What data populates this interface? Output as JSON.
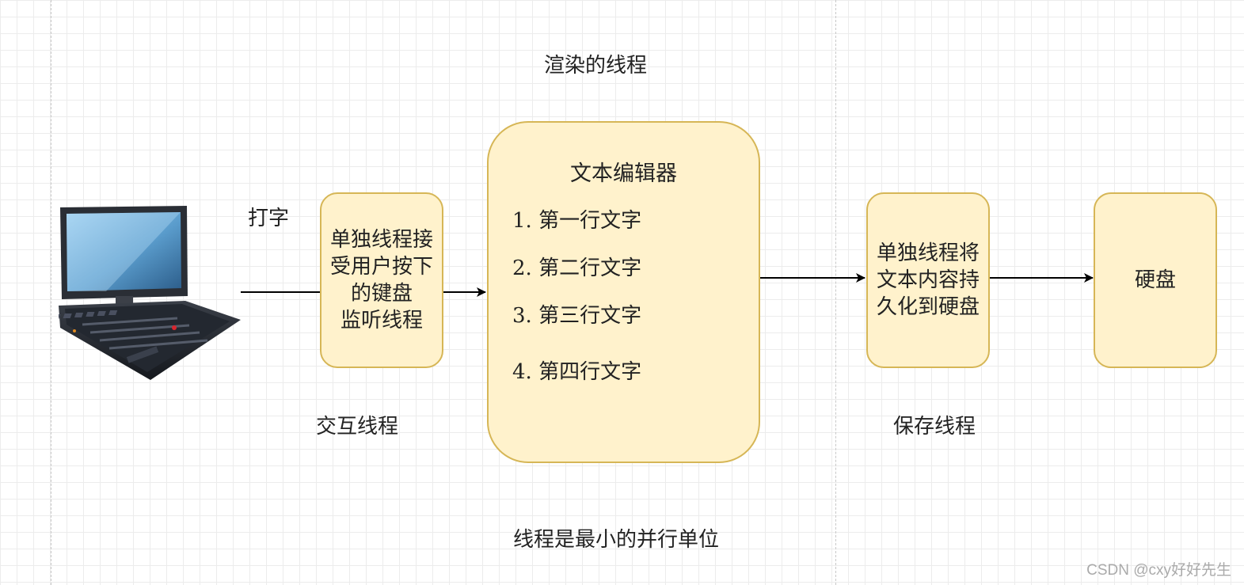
{
  "labels": {
    "render_thread": "渲染的线程",
    "typing": "打字",
    "interaction_thread": "交互线程",
    "save_thread": "保存线程",
    "bottom_caption": "线程是最小的并行单位"
  },
  "boxes": {
    "keyboard_listener": [
      "单独线程接",
      "受用户按下",
      "的键盘",
      "监听线程"
    ],
    "persist": [
      "单独线程将",
      "文本内容持",
      "久化到硬盘"
    ],
    "disk": "硬盘"
  },
  "editor": {
    "title": "文本编辑器",
    "lines": [
      "1. 第一行文字",
      "2. 第二行文字",
      "3. 第三行文字",
      "4. 第四行文字"
    ]
  },
  "watermark": "CSDN @cxy好好先生",
  "colors": {
    "box_fill": "#fff2cc",
    "box_border": "#d6b656",
    "arrow": "#000000"
  },
  "icons": {
    "laptop": "laptop-icon"
  }
}
